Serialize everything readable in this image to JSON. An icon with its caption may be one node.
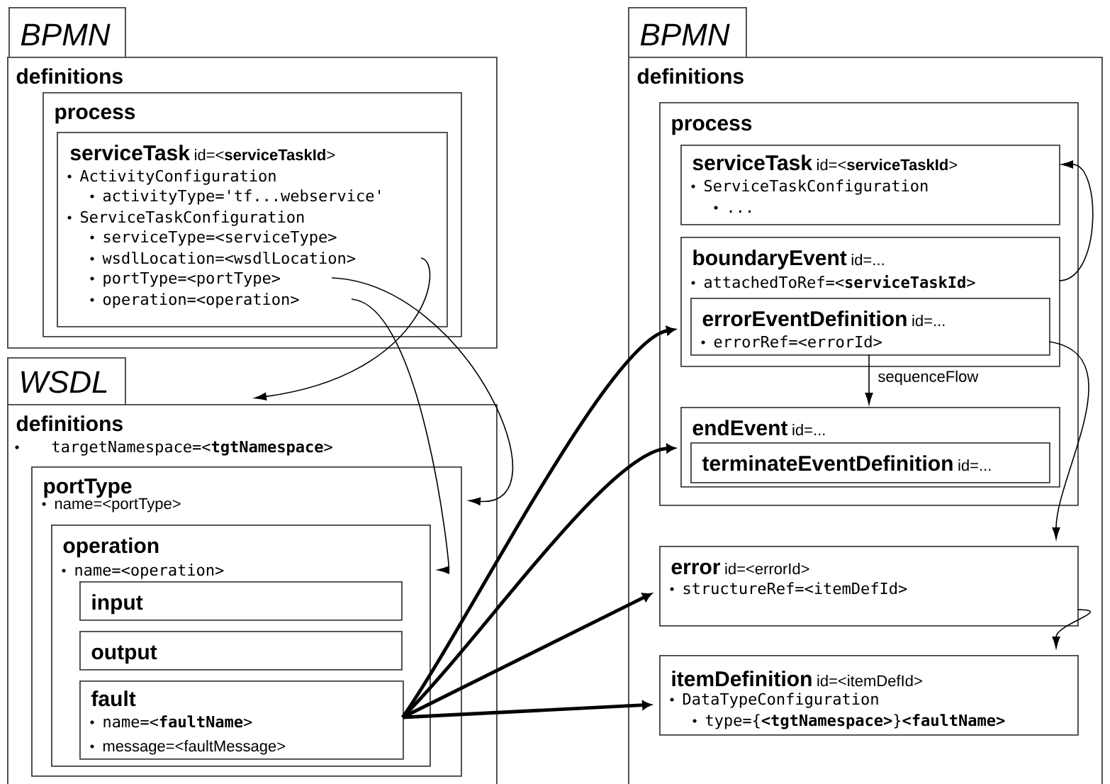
{
  "diagram": {
    "nodes": [
      {
        "text": [
          "BPMN"
        ]
      },
      {
        "text": [
          "definitions"
        ]
      },
      {
        "text": [
          "process"
        ],
        "in": 1
      },
      {
        "text": [
          "serviceTask",
          "id=<**serviceTaskId**>",
          "ActivityConfiguration",
          "activityType='tf...webservice'",
          "ServiceTaskConfiguration",
          "serviceType=<serviceType>",
          "wsdlLocation=<wsdlLocation>",
          "portType=<portType>",
          "operation=<operation>"
        ],
        "in": 2
      },
      {
        "text": [
          "WSDL"
        ]
      },
      {
        "text": [
          "definitions",
          "targetNamespace=<**tgtNamespace**>"
        ]
      },
      {
        "text": [
          "portType",
          "name=<portType>"
        ],
        "in": 5
      },
      {
        "text": [
          "operation",
          "name=<operation>"
        ],
        "in": 6
      },
      {
        "text": [
          "input"
        ],
        "in": 7
      },
      {
        "text": [
          "output"
        ],
        "in": 7
      },
      {
        "text": [
          "fault",
          "name=<**faultName**>",
          "message=<faultMessage>"
        ],
        "in": 7
      },
      {
        "text": [
          "BPMN"
        ]
      },
      {
        "text": [
          "definitions"
        ]
      },
      {
        "text": [
          "process"
        ],
        "in": 12
      },
      {
        "text": [
          "serviceTask",
          "id=<**serviceTaskId**>",
          "ServiceTaskConfiguration",
          "..."
        ],
        "in": 13
      },
      {
        "text": [
          "boundaryEvent",
          "id=...",
          "attachedToRef=<**serviceTaskId**>"
        ],
        "in": 13
      },
      {
        "text": [
          "errorEventDefinition",
          "id=...",
          "errorRef=<errorId>"
        ],
        "in": 15
      },
      {
        "text": [
          "endEvent",
          "id=..."
        ],
        "in": 13
      },
      {
        "text": [
          "terminateEventDefinition",
          "id=..."
        ],
        "in": 17
      },
      {
        "text": [
          "error",
          "id=<errorId>",
          "structureRef=<itemDefId>"
        ],
        "in": 12
      },
      {
        "text": [
          "itemDefinition",
          "id=<itemDefId>",
          "DataTypeConfiguration",
          "type={**<tgtNamespace>**}**<faultName>**"
        ],
        "in": 12
      }
    ],
    "edges": [
      {
        "from": 3,
        "to": 5,
        "arrow": "to"
      },
      {
        "from": 3,
        "to": 6,
        "arrow": "to"
      },
      {
        "from": 3,
        "to": 7,
        "arrow": "to"
      },
      {
        "from": 15,
        "to": 14,
        "arrow": "to"
      },
      {
        "from": 16,
        "to": 17,
        "arrow": "to",
        "label": "sequenceFlow"
      },
      {
        "from": 16,
        "to": 19,
        "arrow": "to"
      },
      {
        "from": 19,
        "to": 20,
        "arrow": "to"
      },
      {
        "from": 10,
        "to": 15,
        "arrow": "to",
        "style": "thick"
      },
      {
        "from": 10,
        "to": 17,
        "arrow": "to",
        "style": "thick"
      },
      {
        "from": 10,
        "to": 19,
        "arrow": "to",
        "style": "thick"
      },
      {
        "from": 10,
        "to": 20,
        "arrow": "to",
        "style": "thick"
      }
    ]
  }
}
